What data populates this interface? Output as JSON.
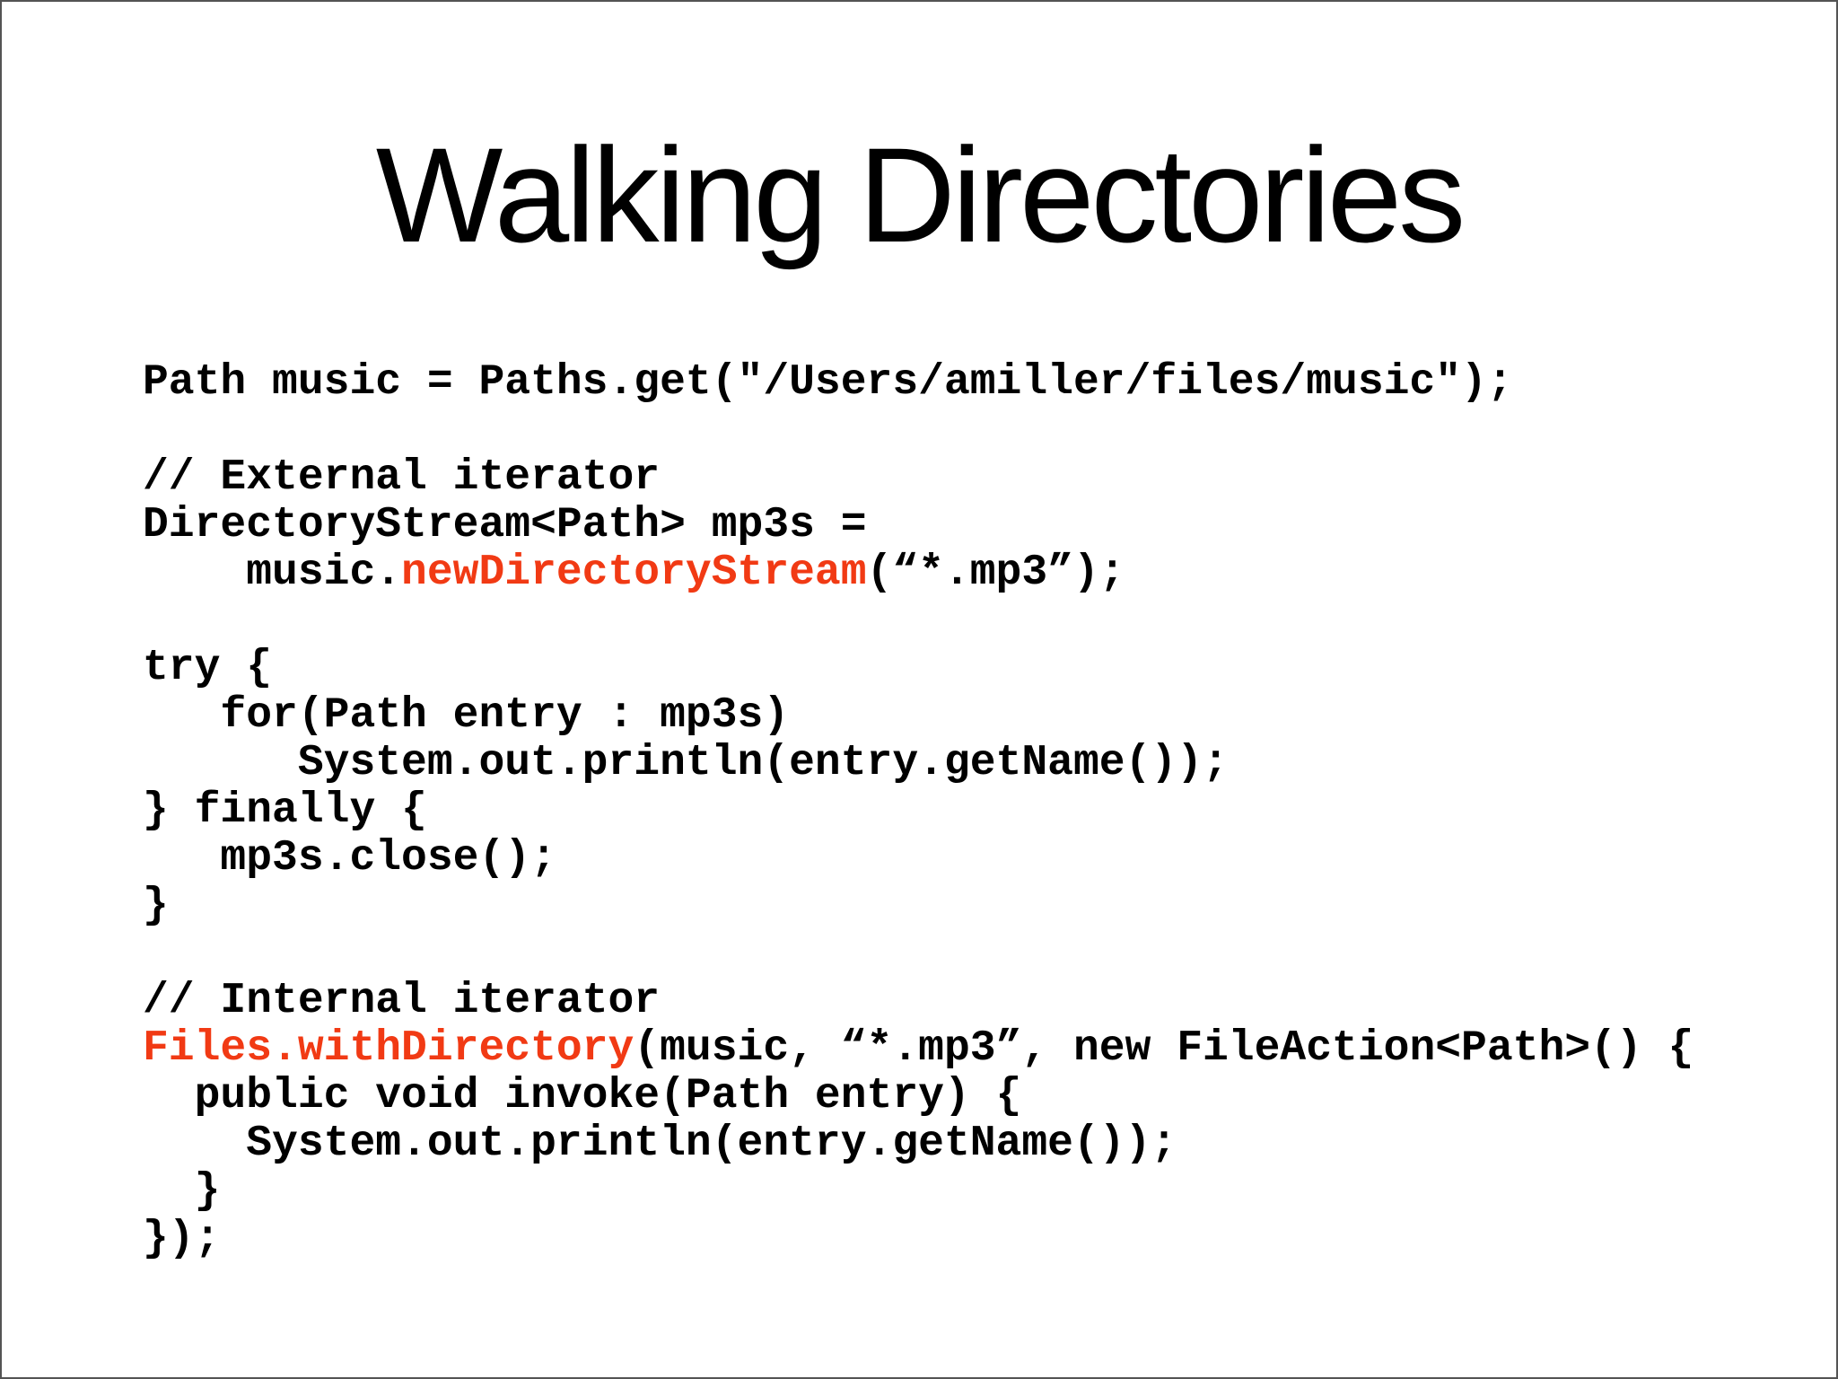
{
  "slide": {
    "title": "Walking Directories"
  },
  "colors": {
    "background": "#ffffff",
    "border": "#545454",
    "text": "#000000",
    "accent_red": "#f13a14"
  },
  "code": {
    "lines": [
      [
        {
          "t": "Path music = Paths.get(\"/Users/amiller/files/music\");"
        }
      ],
      [],
      [
        {
          "t": "// External iterator"
        }
      ],
      [
        {
          "t": "DirectoryStream<Path> mp3s ="
        }
      ],
      [
        {
          "t": "    music."
        },
        {
          "t": "newDirectoryStream",
          "red": true
        },
        {
          "t": "(“*.mp3”);"
        }
      ],
      [],
      [
        {
          "t": "try {"
        }
      ],
      [
        {
          "t": "   for(Path entry : mp3s)"
        }
      ],
      [
        {
          "t": "      System.out.println(entry.getName());"
        }
      ],
      [
        {
          "t": "} finally {"
        }
      ],
      [
        {
          "t": "   mp3s.close();"
        }
      ],
      [
        {
          "t": "}"
        }
      ],
      [],
      [
        {
          "t": "// Internal iterator"
        }
      ],
      [
        {
          "t": "Files.withDirectory",
          "red": true
        },
        {
          "t": "(music, “*.mp3”, new FileAction<Path>() {"
        }
      ],
      [
        {
          "t": "  public void invoke(Path entry) {"
        }
      ],
      [
        {
          "t": "    System.out.println(entry.getName());"
        }
      ],
      [
        {
          "t": "  }"
        }
      ],
      [
        {
          "t": "});"
        }
      ]
    ]
  }
}
